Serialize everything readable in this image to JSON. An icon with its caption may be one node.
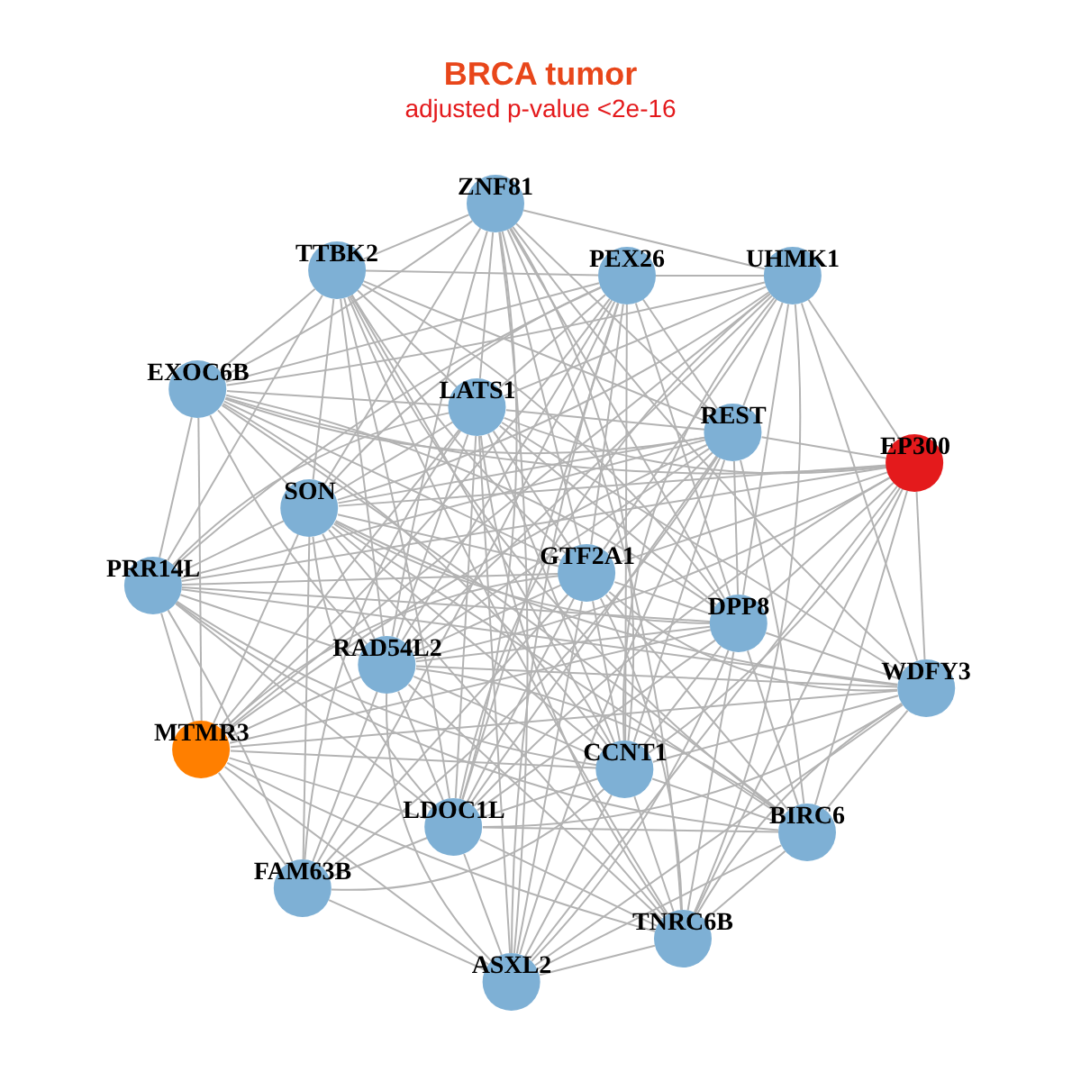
{
  "diagram": {
    "title": "BRCA tumor",
    "labels": [
      "adjusted p-value <2e-16"
    ],
    "nodes": [
      {
        "text": [
          "ZNF81"
        ]
      },
      {
        "text": [
          "TTBK2"
        ]
      },
      {
        "text": [
          "PEX26"
        ]
      },
      {
        "text": [
          "UHMK1"
        ]
      },
      {
        "text": [
          "EXOC6B"
        ]
      },
      {
        "text": [
          "LATS1"
        ]
      },
      {
        "text": [
          "REST"
        ]
      },
      {
        "text": [
          "EP300"
        ]
      },
      {
        "text": [
          "SON"
        ]
      },
      {
        "text": [
          "PRR14L"
        ]
      },
      {
        "text": [
          "GTF2A1"
        ]
      },
      {
        "text": [
          "DPP8"
        ]
      },
      {
        "text": [
          "RAD54L2"
        ]
      },
      {
        "text": [
          "WDFY3"
        ]
      },
      {
        "text": [
          "MTMR3"
        ]
      },
      {
        "text": [
          "CCNT1"
        ]
      },
      {
        "text": [
          "LDOC1L"
        ]
      },
      {
        "text": [
          "BIRC6"
        ]
      },
      {
        "text": [
          "FAM63B"
        ]
      },
      {
        "text": [
          "TNRC6B"
        ]
      },
      {
        "text": [
          "ASXL2"
        ]
      }
    ],
    "edges": [
      {
        "from": 0,
        "to": 1,
        "arrow": "none"
      },
      {
        "from": 0,
        "to": 3,
        "arrow": "none"
      },
      {
        "from": 0,
        "to": 4,
        "arrow": "none"
      },
      {
        "from": 0,
        "to": 5,
        "arrow": "none"
      },
      {
        "from": 0,
        "to": 6,
        "arrow": "none"
      },
      {
        "from": 0,
        "to": 8,
        "arrow": "none"
      },
      {
        "from": 0,
        "to": 10,
        "arrow": "none"
      },
      {
        "from": 0,
        "to": 11,
        "arrow": "none"
      },
      {
        "from": 0,
        "to": 12,
        "arrow": "none"
      },
      {
        "from": 0,
        "to": 13,
        "arrow": "none"
      },
      {
        "from": 0,
        "to": 15,
        "arrow": "none"
      },
      {
        "from": 0,
        "to": 16,
        "arrow": "none"
      },
      {
        "from": 0,
        "to": 19,
        "arrow": "none"
      },
      {
        "from": 0,
        "to": 20,
        "arrow": "none"
      },
      {
        "from": 1,
        "to": 2,
        "arrow": "none"
      },
      {
        "from": 1,
        "to": 4,
        "arrow": "none"
      },
      {
        "from": 1,
        "to": 5,
        "arrow": "none"
      },
      {
        "from": 1,
        "to": 6,
        "arrow": "none"
      },
      {
        "from": 1,
        "to": 8,
        "arrow": "none"
      },
      {
        "from": 1,
        "to": 9,
        "arrow": "none"
      },
      {
        "from": 1,
        "to": 10,
        "arrow": "none"
      },
      {
        "from": 1,
        "to": 11,
        "arrow": "none"
      },
      {
        "from": 1,
        "to": 12,
        "arrow": "none"
      },
      {
        "from": 1,
        "to": 15,
        "arrow": "none"
      },
      {
        "from": 1,
        "to": 16,
        "arrow": "none"
      },
      {
        "from": 1,
        "to": 17,
        "arrow": "none"
      },
      {
        "from": 1,
        "to": 19,
        "arrow": "none"
      },
      {
        "from": 2,
        "to": 3,
        "arrow": "none"
      },
      {
        "from": 2,
        "to": 4,
        "arrow": "none"
      },
      {
        "from": 2,
        "to": 5,
        "arrow": "none"
      },
      {
        "from": 2,
        "to": 6,
        "arrow": "none"
      },
      {
        "from": 2,
        "to": 8,
        "arrow": "none"
      },
      {
        "from": 2,
        "to": 9,
        "arrow": "none"
      },
      {
        "from": 2,
        "to": 10,
        "arrow": "none"
      },
      {
        "from": 2,
        "to": 11,
        "arrow": "none"
      },
      {
        "from": 2,
        "to": 12,
        "arrow": "none"
      },
      {
        "from": 2,
        "to": 14,
        "arrow": "none"
      },
      {
        "from": 2,
        "to": 15,
        "arrow": "none"
      },
      {
        "from": 2,
        "to": 16,
        "arrow": "none"
      },
      {
        "from": 2,
        "to": 18,
        "arrow": "none"
      },
      {
        "from": 2,
        "to": 20,
        "arrow": "none"
      },
      {
        "from": 3,
        "to": 4,
        "arrow": "none"
      },
      {
        "from": 3,
        "to": 5,
        "arrow": "none"
      },
      {
        "from": 3,
        "to": 6,
        "arrow": "none"
      },
      {
        "from": 3,
        "to": 7,
        "arrow": "none"
      },
      {
        "from": 3,
        "to": 8,
        "arrow": "none"
      },
      {
        "from": 3,
        "to": 10,
        "arrow": "none"
      },
      {
        "from": 3,
        "to": 11,
        "arrow": "none"
      },
      {
        "from": 3,
        "to": 12,
        "arrow": "none"
      },
      {
        "from": 3,
        "to": 13,
        "arrow": "none"
      },
      {
        "from": 3,
        "to": 14,
        "arrow": "none"
      },
      {
        "from": 3,
        "to": 15,
        "arrow": "none"
      },
      {
        "from": 3,
        "to": 16,
        "arrow": "none"
      },
      {
        "from": 3,
        "to": 19,
        "arrow": "none"
      },
      {
        "from": 4,
        "to": 5,
        "arrow": "none"
      },
      {
        "from": 4,
        "to": 6,
        "arrow": "none"
      },
      {
        "from": 4,
        "to": 7,
        "arrow": "none"
      },
      {
        "from": 4,
        "to": 8,
        "arrow": "none"
      },
      {
        "from": 4,
        "to": 9,
        "arrow": "none"
      },
      {
        "from": 4,
        "to": 10,
        "arrow": "none"
      },
      {
        "from": 4,
        "to": 11,
        "arrow": "none"
      },
      {
        "from": 4,
        "to": 12,
        "arrow": "none"
      },
      {
        "from": 4,
        "to": 14,
        "arrow": "none"
      },
      {
        "from": 4,
        "to": 15,
        "arrow": "none"
      },
      {
        "from": 4,
        "to": 17,
        "arrow": "none"
      },
      {
        "from": 5,
        "to": 6,
        "arrow": "none"
      },
      {
        "from": 5,
        "to": 7,
        "arrow": "none"
      },
      {
        "from": 5,
        "to": 8,
        "arrow": "none"
      },
      {
        "from": 5,
        "to": 9,
        "arrow": "none"
      },
      {
        "from": 5,
        "to": 10,
        "arrow": "none"
      },
      {
        "from": 5,
        "to": 11,
        "arrow": "none"
      },
      {
        "from": 5,
        "to": 12,
        "arrow": "none"
      },
      {
        "from": 5,
        "to": 13,
        "arrow": "none"
      },
      {
        "from": 5,
        "to": 14,
        "arrow": "none"
      },
      {
        "from": 5,
        "to": 15,
        "arrow": "none"
      },
      {
        "from": 5,
        "to": 16,
        "arrow": "none"
      },
      {
        "from": 5,
        "to": 18,
        "arrow": "none"
      },
      {
        "from": 5,
        "to": 19,
        "arrow": "none"
      },
      {
        "from": 5,
        "to": 20,
        "arrow": "none"
      },
      {
        "from": 6,
        "to": 7,
        "arrow": "none"
      },
      {
        "from": 6,
        "to": 8,
        "arrow": "none"
      },
      {
        "from": 6,
        "to": 9,
        "arrow": "none"
      },
      {
        "from": 6,
        "to": 10,
        "arrow": "none"
      },
      {
        "from": 6,
        "to": 11,
        "arrow": "none"
      },
      {
        "from": 6,
        "to": 12,
        "arrow": "none"
      },
      {
        "from": 6,
        "to": 14,
        "arrow": "none"
      },
      {
        "from": 6,
        "to": 15,
        "arrow": "none"
      },
      {
        "from": 6,
        "to": 16,
        "arrow": "none"
      },
      {
        "from": 6,
        "to": 17,
        "arrow": "none"
      },
      {
        "from": 6,
        "to": 18,
        "arrow": "none"
      },
      {
        "from": 6,
        "to": 20,
        "arrow": "none"
      },
      {
        "from": 7,
        "to": 8,
        "arrow": "none"
      },
      {
        "from": 7,
        "to": 9,
        "arrow": "none"
      },
      {
        "from": 7,
        "to": 10,
        "arrow": "none"
      },
      {
        "from": 7,
        "to": 11,
        "arrow": "none"
      },
      {
        "from": 7,
        "to": 12,
        "arrow": "none"
      },
      {
        "from": 7,
        "to": 13,
        "arrow": "none"
      },
      {
        "from": 7,
        "to": 15,
        "arrow": "none"
      },
      {
        "from": 7,
        "to": 16,
        "arrow": "none"
      },
      {
        "from": 7,
        "to": 17,
        "arrow": "none"
      },
      {
        "from": 7,
        "to": 19,
        "arrow": "none"
      },
      {
        "from": 7,
        "to": 20,
        "arrow": "none"
      },
      {
        "from": 8,
        "to": 9,
        "arrow": "none"
      },
      {
        "from": 8,
        "to": 10,
        "arrow": "none"
      },
      {
        "from": 8,
        "to": 11,
        "arrow": "none"
      },
      {
        "from": 8,
        "to": 12,
        "arrow": "none"
      },
      {
        "from": 8,
        "to": 13,
        "arrow": "none"
      },
      {
        "from": 8,
        "to": 14,
        "arrow": "none"
      },
      {
        "from": 8,
        "to": 15,
        "arrow": "none"
      },
      {
        "from": 8,
        "to": 16,
        "arrow": "none"
      },
      {
        "from": 8,
        "to": 17,
        "arrow": "none"
      },
      {
        "from": 8,
        "to": 18,
        "arrow": "none"
      },
      {
        "from": 8,
        "to": 19,
        "arrow": "none"
      },
      {
        "from": 9,
        "to": 10,
        "arrow": "none"
      },
      {
        "from": 9,
        "to": 11,
        "arrow": "none"
      },
      {
        "from": 9,
        "to": 12,
        "arrow": "none"
      },
      {
        "from": 9,
        "to": 13,
        "arrow": "none"
      },
      {
        "from": 9,
        "to": 14,
        "arrow": "none"
      },
      {
        "from": 9,
        "to": 15,
        "arrow": "none"
      },
      {
        "from": 9,
        "to": 16,
        "arrow": "none"
      },
      {
        "from": 9,
        "to": 17,
        "arrow": "none"
      },
      {
        "from": 9,
        "to": 18,
        "arrow": "none"
      },
      {
        "from": 10,
        "to": 11,
        "arrow": "none"
      },
      {
        "from": 10,
        "to": 12,
        "arrow": "none"
      },
      {
        "from": 10,
        "to": 13,
        "arrow": "none"
      },
      {
        "from": 10,
        "to": 14,
        "arrow": "none"
      },
      {
        "from": 10,
        "to": 15,
        "arrow": "none"
      },
      {
        "from": 10,
        "to": 16,
        "arrow": "none"
      },
      {
        "from": 10,
        "to": 17,
        "arrow": "none"
      },
      {
        "from": 10,
        "to": 18,
        "arrow": "none"
      },
      {
        "from": 10,
        "to": 19,
        "arrow": "none"
      },
      {
        "from": 10,
        "to": 20,
        "arrow": "none"
      },
      {
        "from": 11,
        "to": 12,
        "arrow": "none"
      },
      {
        "from": 11,
        "to": 13,
        "arrow": "none"
      },
      {
        "from": 11,
        "to": 14,
        "arrow": "none"
      },
      {
        "from": 11,
        "to": 15,
        "arrow": "none"
      },
      {
        "from": 11,
        "to": 16,
        "arrow": "none"
      },
      {
        "from": 11,
        "to": 17,
        "arrow": "none"
      },
      {
        "from": 11,
        "to": 19,
        "arrow": "none"
      },
      {
        "from": 11,
        "to": 20,
        "arrow": "none"
      },
      {
        "from": 12,
        "to": 13,
        "arrow": "none"
      },
      {
        "from": 12,
        "to": 14,
        "arrow": "none"
      },
      {
        "from": 12,
        "to": 15,
        "arrow": "none"
      },
      {
        "from": 12,
        "to": 16,
        "arrow": "none"
      },
      {
        "from": 12,
        "to": 17,
        "arrow": "none"
      },
      {
        "from": 12,
        "to": 18,
        "arrow": "none"
      },
      {
        "from": 12,
        "to": 19,
        "arrow": "none"
      },
      {
        "from": 12,
        "to": 20,
        "arrow": "none"
      },
      {
        "from": 13,
        "to": 14,
        "arrow": "none"
      },
      {
        "from": 13,
        "to": 15,
        "arrow": "none"
      },
      {
        "from": 13,
        "to": 16,
        "arrow": "none"
      },
      {
        "from": 13,
        "to": 17,
        "arrow": "none"
      },
      {
        "from": 13,
        "to": 19,
        "arrow": "none"
      },
      {
        "from": 13,
        "to": 20,
        "arrow": "none"
      },
      {
        "from": 14,
        "to": 15,
        "arrow": "none"
      },
      {
        "from": 14,
        "to": 16,
        "arrow": "none"
      },
      {
        "from": 14,
        "to": 18,
        "arrow": "none"
      },
      {
        "from": 14,
        "to": 19,
        "arrow": "none"
      },
      {
        "from": 14,
        "to": 20,
        "arrow": "none"
      },
      {
        "from": 15,
        "to": 16,
        "arrow": "none"
      },
      {
        "from": 15,
        "to": 17,
        "arrow": "none"
      },
      {
        "from": 15,
        "to": 18,
        "arrow": "none"
      },
      {
        "from": 15,
        "to": 19,
        "arrow": "none"
      },
      {
        "from": 15,
        "to": 20,
        "arrow": "none"
      },
      {
        "from": 16,
        "to": 17,
        "arrow": "none"
      },
      {
        "from": 16,
        "to": 18,
        "arrow": "none"
      },
      {
        "from": 16,
        "to": 19,
        "arrow": "none"
      },
      {
        "from": 16,
        "to": 20,
        "arrow": "none"
      },
      {
        "from": 17,
        "to": 19,
        "arrow": "none"
      },
      {
        "from": 17,
        "to": 20,
        "arrow": "none"
      },
      {
        "from": 18,
        "to": 20,
        "arrow": "none"
      },
      {
        "from": 19,
        "to": 20,
        "arrow": "none"
      }
    ]
  }
}
